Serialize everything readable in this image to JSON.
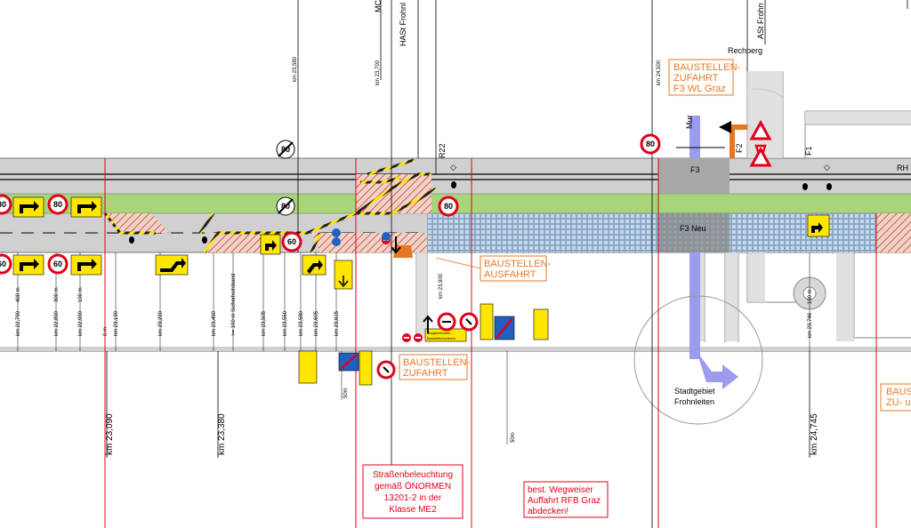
{
  "labels": {
    "baustellen_zufahrt_f3": [
      "BAUSTELLEN-",
      "ZUFAHRT",
      "F3 WL Graz"
    ],
    "baustellen_ausfahrt": [
      "BAUSTELLEN-",
      "AUSFAHRT"
    ],
    "baustellen_zufahrt_lower": [
      "BAUSTELLEN-",
      "ZUFAHRT"
    ],
    "baustellen_right_clipped": [
      "BAUS",
      "ZU- u"
    ],
    "f3": "F3",
    "f3_neu": "F3 Neu",
    "mur": "Mur",
    "f2": "F2",
    "f1": "F1",
    "rechberg": "Rechberg",
    "r22": "R22",
    "rh": "RH",
    "stadtgebiet": [
      "Stadtgebiet",
      "Frohnleiten"
    ],
    "hast_frohnleiten": "HASt Frohnl",
    "mc_top": "MC",
    "ast_frohn": "ASt Frohn",
    "strassenbeleuchtung": [
      "Straßenbeleuchtung",
      "gemäß ÖNORMEN",
      "13201-2 in der",
      "Klasse ME2"
    ],
    "wegweiser": [
      "best. Wegweiser",
      "Auffahrt RFB Graz",
      "abdecken!"
    ],
    "ausgenommen": [
      "ausgenommen",
      "Baustellenverkehr"
    ],
    "speed_80": "80",
    "speed_60": "60"
  },
  "km_small_top": [
    {
      "label": "km 23,580"
    },
    {
      "label": "km 23,700"
    },
    {
      "label": "km 24,500"
    }
  ],
  "km_small_bottom": [
    {
      "label": "400 m"
    },
    {
      "label": "km 22,790"
    },
    {
      "label": "300 m"
    },
    {
      "label": "km 22,890"
    },
    {
      "label": "100 m"
    },
    {
      "label": "km 22,990"
    },
    {
      "label": "0 m"
    },
    {
      "label": "km 23,190"
    },
    {
      "label": "km 23,290"
    },
    {
      "label": "km 23,490"
    },
    {
      "label": ">= 100 m Sicherheitsband"
    },
    {
      "label": "km 23,505"
    },
    {
      "label": "km 23,550"
    },
    {
      "label": "km 23,580"
    },
    {
      "label": "km 23,605"
    },
    {
      "label": "km 23,615"
    },
    {
      "label": "km 23,900"
    },
    {
      "label": "100 m"
    },
    {
      "label": "km 23,746"
    }
  ],
  "km_big": [
    {
      "label": "km 23,090"
    },
    {
      "label": "km 23,380"
    },
    {
      "label": "km 24,745"
    }
  ],
  "distance_labels": {
    "d50_a": "50m",
    "d50_b": "50m"
  },
  "colors": {
    "road_grey": "#d0d0d0",
    "median_green": "#a8d57a",
    "hatch_red": "#d98a7a",
    "yellow": "#ffe600",
    "orange": "#e87722",
    "red": "#e0001a",
    "blue_river": "#9b9bf0",
    "grid_blue": "#8fb3d9"
  }
}
